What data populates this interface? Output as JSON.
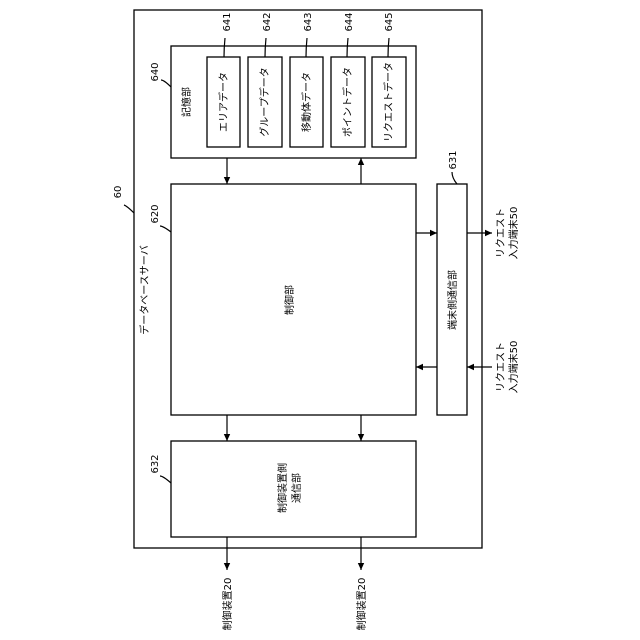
{
  "server": {
    "label": "データベースサーバ",
    "ref": "60"
  },
  "storage": {
    "label": "記憶部",
    "ref": "640",
    "items": [
      {
        "ref": "641",
        "label": "エリアデータ"
      },
      {
        "ref": "642",
        "label": "グループデータ"
      },
      {
        "ref": "643",
        "label": "移動体データ"
      },
      {
        "ref": "644",
        "label": "ポイントデータ"
      },
      {
        "ref": "645",
        "label": "リクエストデータ"
      }
    ]
  },
  "control": {
    "label": "制御部",
    "ref": "620"
  },
  "terminal_comm": {
    "label": "端末側通信部",
    "ref": "631"
  },
  "device_comm": {
    "label_line1": "制御装置側",
    "label_line2": "通信部",
    "ref": "632"
  },
  "external": {
    "request_out": {
      "line1": "リクエスト",
      "line2": "入力端末50"
    },
    "request_in": {
      "line1": "リクエスト",
      "line2": "入力端末50"
    },
    "device_1": "制御装置20",
    "device_2": "制御装置20"
  }
}
